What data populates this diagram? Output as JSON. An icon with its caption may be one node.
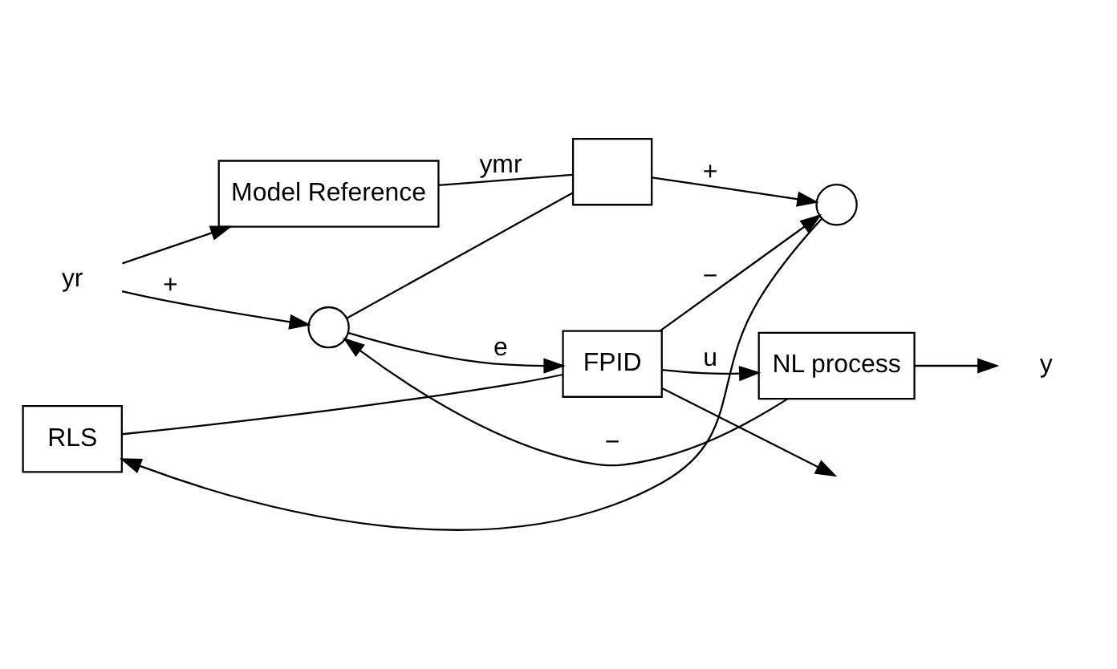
{
  "diagram": {
    "nodes": [
      {
        "text": [
          "yr"
        ]
      },
      {
        "text": [
          "Model Reference"
        ]
      },
      {
        "text": [],
        "shape": "box"
      },
      {
        "text": [],
        "shape": "circle"
      },
      {
        "text": [
          "FPID"
        ]
      },
      {
        "text": [
          "RLS"
        ]
      },
      {
        "text": [],
        "shape": "circle"
      },
      {
        "text": [
          "NL process"
        ]
      },
      {
        "text": [
          "y"
        ]
      }
    ],
    "edges": [
      {
        "from": 0,
        "to": 3,
        "arrow": "to",
        "label": "+"
      },
      {
        "from": 0,
        "to": 1,
        "arrow": "to"
      },
      {
        "from": 1,
        "to": 2,
        "arrow": "none",
        "label": "ymr"
      },
      {
        "from": 3,
        "to": 4,
        "arrow": "to",
        "label": "e"
      },
      {
        "from": 3,
        "to": 2,
        "arrow": "none"
      },
      {
        "from": 2,
        "to": 6,
        "arrow": "to",
        "label": "+"
      },
      {
        "from": 6,
        "to": 5,
        "arrow": "to"
      },
      {
        "from": 5,
        "to": 4,
        "arrow": "none"
      },
      {
        "from": 4,
        "to": null,
        "arrow": "to"
      },
      {
        "from": 4,
        "to": 7,
        "arrow": "to",
        "label": "u"
      },
      {
        "from": 4,
        "to": 6,
        "arrow": "to",
        "label": "−"
      },
      {
        "from": 7,
        "to": 8,
        "arrow": "to"
      },
      {
        "from": 7,
        "to": 3,
        "arrow": "to",
        "label": "−"
      }
    ]
  }
}
